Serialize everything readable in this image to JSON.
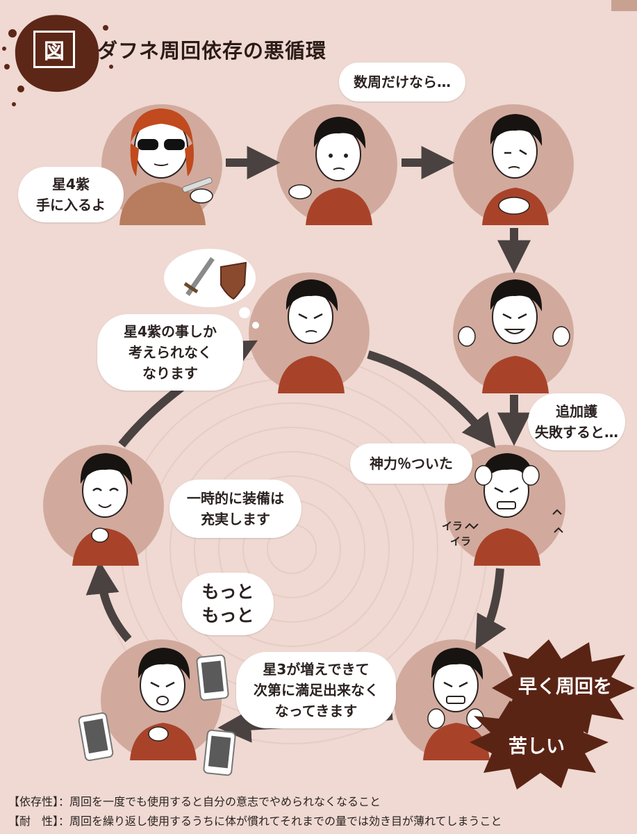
{
  "title": {
    "badge": "図",
    "text": "ダフネ周回依存の悪循環"
  },
  "bubbles": {
    "hoshi4": [
      "星4紫",
      "手に入るよ"
    ],
    "suushu": [
      "数周だけなら…"
    ],
    "omoi": [
      "星4紫の事しか",
      "考えられなく",
      "なります"
    ],
    "tsuika": [
      "追加護",
      "失敗すると…"
    ],
    "shinryoku": [
      "神力％ついた"
    ],
    "ichiji": [
      "一時的に装備は",
      "充実します"
    ],
    "motto": [
      "もっと",
      "もっと"
    ],
    "hoshi3": [
      "星3が増えできて",
      "次第に満足出来なく",
      "なってきます"
    ]
  },
  "bursts": {
    "hayaku": "早く周回を",
    "kurushii": "苦しい"
  },
  "irai": [
    "イラ",
    "イラ"
  ],
  "footnotes": [
    "【依存性】：周回を一度でも使用すると自分の意志でやめられなくなること",
    "【耐　性】：周回を繰り返し使用するうちに体が慣れてそれまでの量では効き目が薄れてしまうこと"
  ],
  "colors": {
    "background": "#efd9d2",
    "circle": "#d1aa9d",
    "arrow": "#4a4240",
    "shirt": "#a8432a",
    "burst": "#5a2415"
  }
}
